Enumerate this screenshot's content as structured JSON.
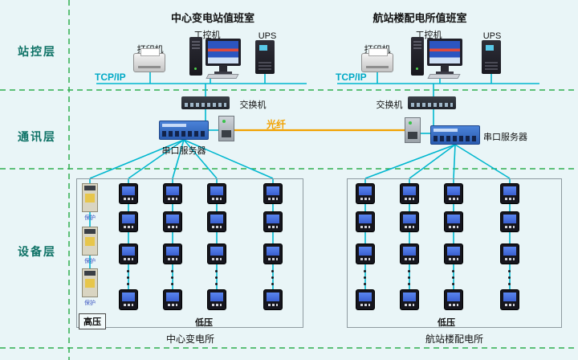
{
  "layers": {
    "station": "站控层",
    "comm": "通讯层",
    "device": "设备层"
  },
  "rooms": {
    "left": {
      "title": "中心变电站值班室",
      "printer": "打印机",
      "pc": "工控机",
      "ups": "UPS",
      "tcpip": "TCP/IP",
      "switch": "交换机",
      "serial_server": "串口服务器"
    },
    "right": {
      "title": "航站楼配电所值班室",
      "printer": "打印机",
      "pc": "工控机",
      "ups": "UPS",
      "tcpip": "TCP/IP",
      "switch": "交换机",
      "serial_server": "串口服务器"
    }
  },
  "fiber_label": "光纤",
  "stations": {
    "left": {
      "hv": "高压",
      "lv": "低压",
      "caption": "中心变电所",
      "protection": "保护"
    },
    "right": {
      "lv": "低压",
      "caption": "航站楼配电所"
    }
  },
  "colors": {
    "background": "#e9f5f7",
    "line_cyan": "#00b7cf",
    "dash_green": "#2fae4f",
    "fiber_orange": "#f2a200",
    "layer_label_teal": "#0e7266",
    "tcpip_cyan": "#00a9c6"
  },
  "meter_grid": {
    "left": {
      "columns": [
        160,
        215,
        270,
        340
      ],
      "rows": [
        228,
        263,
        303,
        360
      ],
      "dots_y": [
        336,
        344,
        352
      ]
    },
    "right": {
      "columns": [
        455,
        510,
        565,
        635
      ],
      "rows": [
        228,
        263,
        303,
        360
      ],
      "dots_y": [
        336,
        344,
        352
      ]
    }
  }
}
